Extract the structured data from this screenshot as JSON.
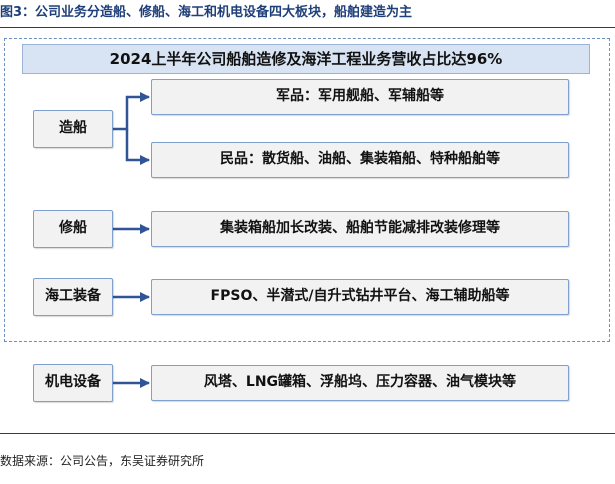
{
  "figure_title": "图3：公司业务分造船、修船、海工和机电设备四大板块，船舶建造为主",
  "header": "2024上半年公司船舶造修及海洋工程业务营收占比达96%",
  "rows": [
    {
      "category": "造船",
      "details": [
        "军品：军用舰船、军辅船等",
        "民品：散货船、油船、集装箱船、特种船舶等"
      ]
    },
    {
      "category": "修船",
      "details": [
        "集装箱船加长改装、船舶节能减排改装修理等"
      ]
    },
    {
      "category": "海工装备",
      "details": [
        "FPSO、半潜式/自升式钻井平台、海工辅助船等"
      ]
    },
    {
      "category": "机电设备",
      "details": [
        "风塔、LNG罐箱、浮船坞、压力容器、油气模块等"
      ]
    }
  ],
  "source": "数据来源：公司公告，东吴证券研究所"
}
